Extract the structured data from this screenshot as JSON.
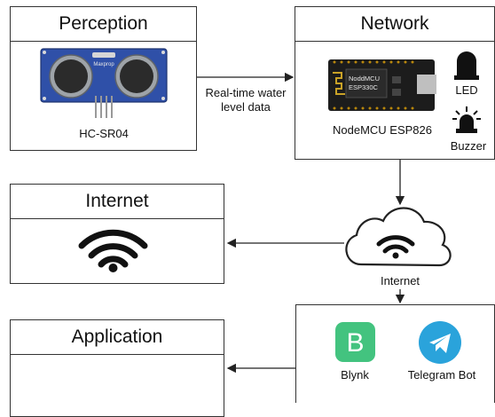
{
  "perception": {
    "title": "Perception",
    "sensor_name": "HC-SR04",
    "sensor_brand": "Maxprop"
  },
  "link_label": {
    "line1": "Real-time water",
    "line2": "level data"
  },
  "network": {
    "title": "Network",
    "board_name": "NodeMCU ESP826",
    "board_chip_line1": "NoddMCU",
    "board_chip_line2": "ESP330C",
    "led_label": "LED",
    "buzzer_label": "Buzzer"
  },
  "internet": {
    "title": "Internet",
    "cloud_label": "Internet"
  },
  "application": {
    "title": "Application",
    "blynk_label": "Blynk",
    "blynk_letter": "B",
    "telegram_label": "Telegram Bot"
  },
  "colors": {
    "sensor_blue": "#2f50a8",
    "blynk_green": "#43c37f",
    "telegram_blue": "#2aa3db",
    "board_black": "#1c1c1c"
  }
}
